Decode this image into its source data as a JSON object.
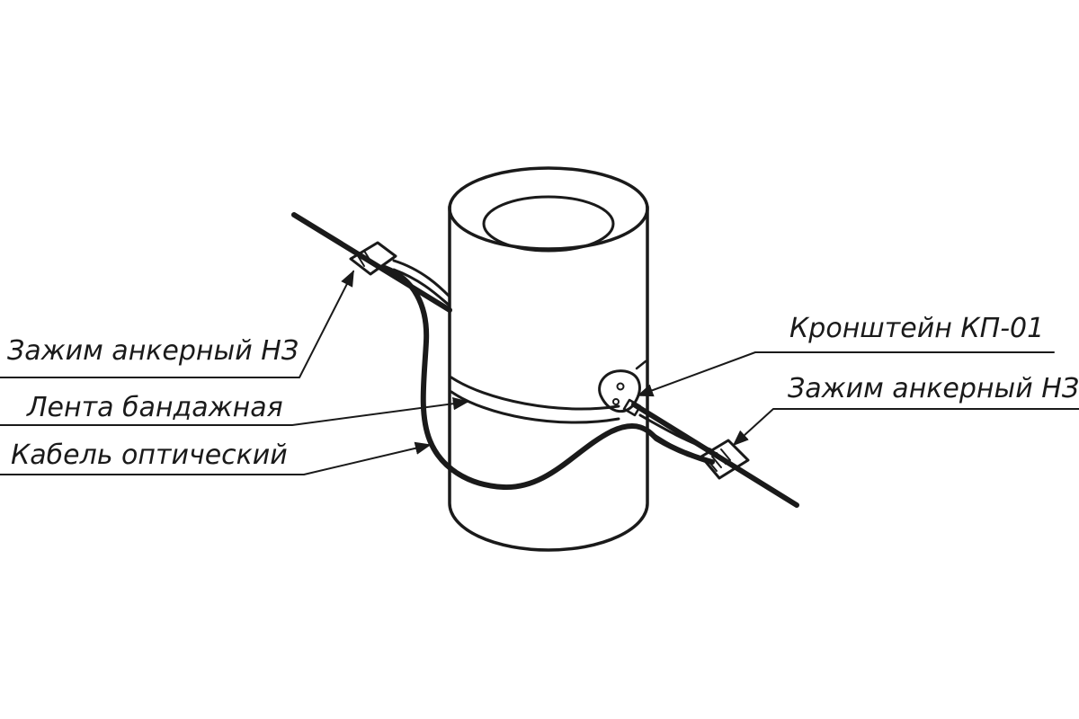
{
  "labels": {
    "anchor_clamp_left": "Зажим анкерный НЗ",
    "bandage_tape": "Лента бандажная",
    "optical_cable": "Кабель оптический",
    "bracket": "Кронштейн КП-01",
    "anchor_clamp_right": "Зажим анкерный НЗ"
  }
}
